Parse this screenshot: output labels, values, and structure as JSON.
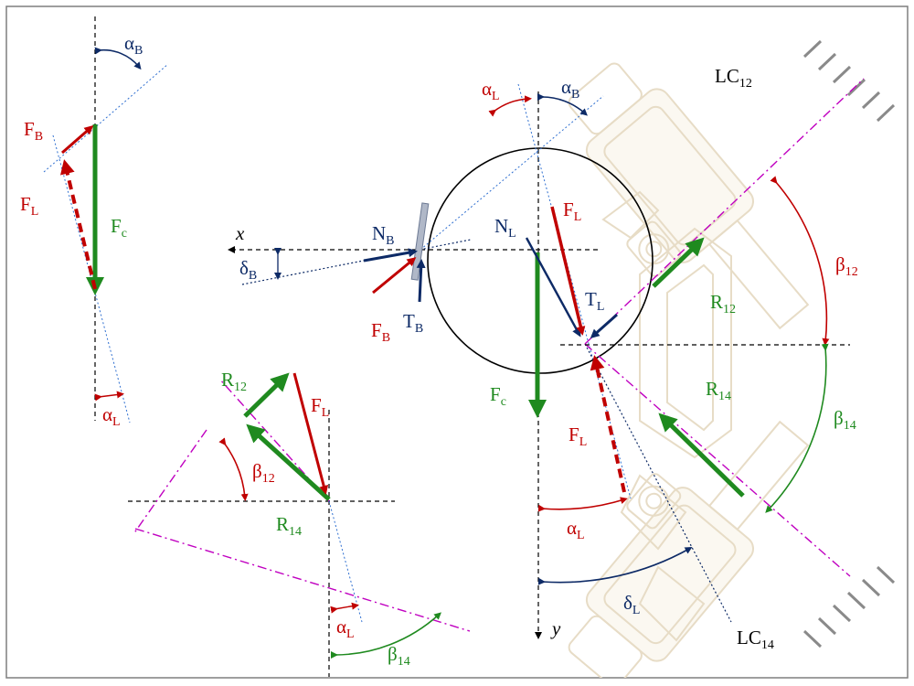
{
  "labels": {
    "alpha": "α",
    "beta": "β",
    "delta": "δ",
    "F": "F",
    "N": "N",
    "T": "T",
    "R": "R",
    "LC": "LC",
    "x": "x",
    "y": "y",
    "sub_B": "B",
    "sub_L": "L",
    "sub_c": "c",
    "sub_12": "12",
    "sub_14": "14"
  },
  "colors": {
    "load": "#c00000",
    "reaction": "#1f8a1f",
    "contact": "#0d2a66",
    "load_cell_axis": "#c000c0",
    "guide_line": "#2f6fd0",
    "fixture": "#e7dcc6",
    "frame": "#7f7f7f"
  }
}
